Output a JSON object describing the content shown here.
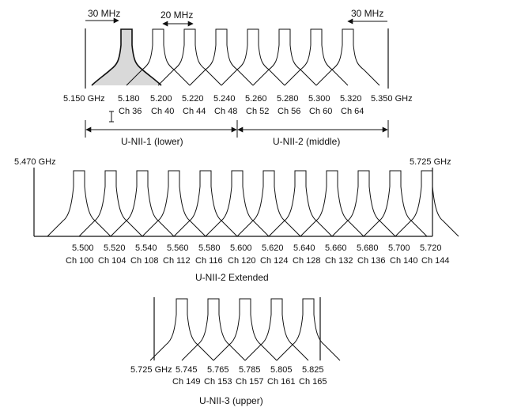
{
  "unii1": {
    "span_left": "30 MHz",
    "span_center": "20 MHz",
    "freq_start": "5.150 GHz",
    "freqs": [
      "5.180",
      "5.200",
      "5.220",
      "5.240"
    ],
    "channels": [
      "Ch 36",
      "Ch 40",
      "Ch 44",
      "Ch 48"
    ],
    "band_label": "U-NII-1 (lower)"
  },
  "unii2": {
    "span_right": "30 MHz",
    "freqs": [
      "5.260",
      "5.280",
      "5.300",
      "5.320"
    ],
    "channels": [
      "Ch 52",
      "Ch 56",
      "Ch 60",
      "Ch 64"
    ],
    "freq_end": "5.350 GHz",
    "band_label": "U-NII-2 (middle)"
  },
  "unii2e": {
    "edge_left": "5.470 GHz",
    "edge_right": "5.725 GHz",
    "freqs": [
      "5.500",
      "5.520",
      "5.540",
      "5.560",
      "5.580",
      "5.600",
      "5.620",
      "5.640",
      "5.660",
      "5.680",
      "5.700",
      "5.720"
    ],
    "channels": [
      "Ch 100",
      "Ch 104",
      "Ch 108",
      "Ch 112",
      "Ch 116",
      "Ch 120",
      "Ch 124",
      "Ch 128",
      "Ch 132",
      "Ch 136",
      "Ch 140",
      "Ch 144"
    ],
    "band_label": "U-NII-2 Extended"
  },
  "unii3": {
    "freq_start": "5.725 GHz",
    "freqs": [
      "5.745",
      "5.765",
      "5.785",
      "5.805",
      "5.825"
    ],
    "channels": [
      "Ch 149",
      "Ch 153",
      "Ch 157",
      "Ch 161",
      "Ch 165"
    ],
    "band_label": "U-NII-3 (upper)"
  },
  "colors": {
    "line": "#111111",
    "highlight": "#d9d9d9"
  }
}
